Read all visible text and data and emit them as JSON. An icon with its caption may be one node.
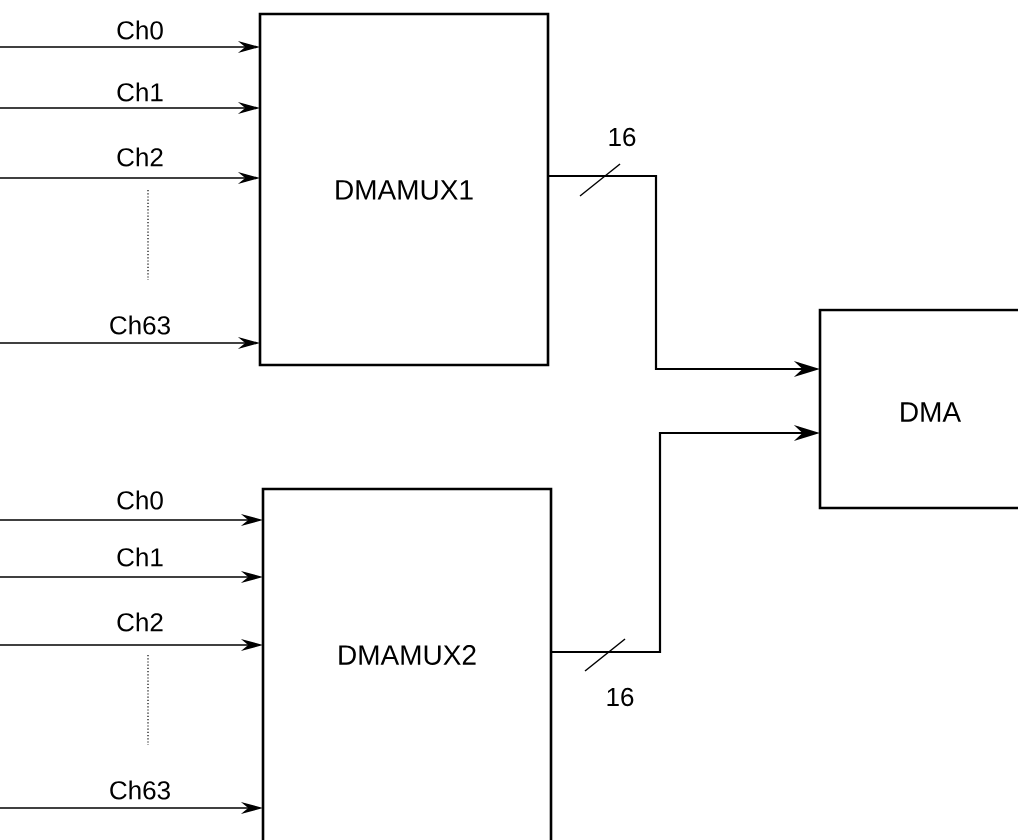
{
  "diagram": {
    "nodes": [
      {
        "text": [
          "DMAMUX1"
        ]
      },
      {
        "text": [
          "DMAMUX2"
        ]
      },
      {
        "text": [
          "DMA"
        ]
      }
    ],
    "edges": [
      {
        "from": null,
        "to": 0,
        "arrow": "to",
        "label": "Ch0"
      },
      {
        "from": null,
        "to": 0,
        "arrow": "to",
        "label": "Ch1"
      },
      {
        "from": null,
        "to": 0,
        "arrow": "to",
        "label": "Ch2"
      },
      {
        "from": null,
        "to": 0,
        "arrow": "to",
        "label": "Ch63"
      },
      {
        "from": null,
        "to": 1,
        "arrow": "to",
        "label": "Ch0"
      },
      {
        "from": null,
        "to": 1,
        "arrow": "to",
        "label": "Ch1"
      },
      {
        "from": null,
        "to": 1,
        "arrow": "to",
        "label": "Ch2"
      },
      {
        "from": null,
        "to": 1,
        "arrow": "to",
        "label": "Ch63"
      },
      {
        "from": 0,
        "to": 2,
        "arrow": "to",
        "label": "16"
      },
      {
        "from": 1,
        "to": 2,
        "arrow": "to",
        "label": "16"
      }
    ]
  }
}
